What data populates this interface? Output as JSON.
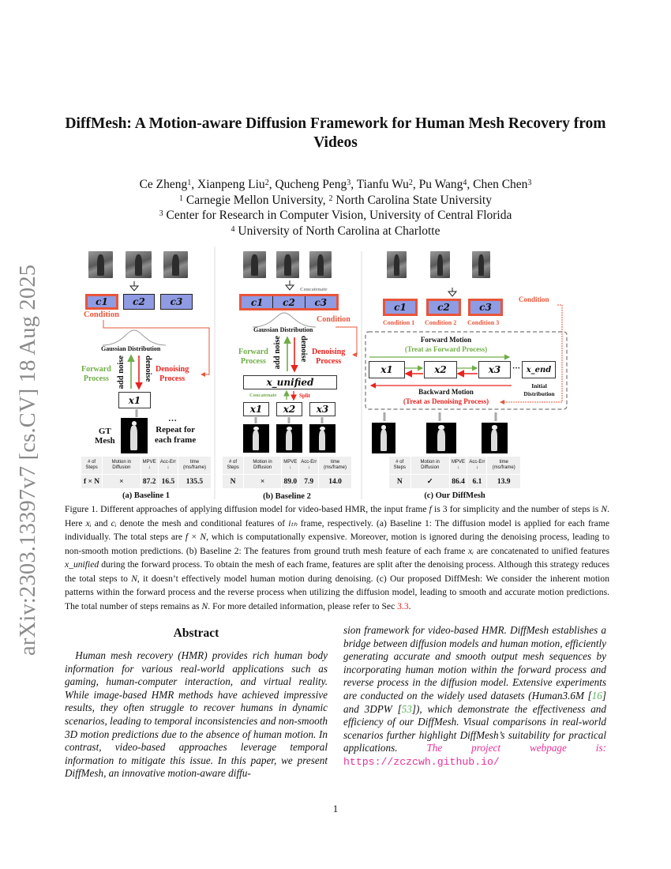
{
  "arxiv_stamp": "arXiv:2303.13397v7  [cs.CV]  18 Aug 2025",
  "title": "DiffMesh: A Motion-aware Diffusion Framework for Human Mesh Recovery from Videos",
  "authors": [
    {
      "name": "Ce Zheng",
      "aff": "1"
    },
    {
      "name": "Xianpeng Liu",
      "aff": "2"
    },
    {
      "name": "Qucheng Peng",
      "aff": "3"
    },
    {
      "name": "Tianfu Wu",
      "aff": "2"
    },
    {
      "name": "Pu Wang",
      "aff": "4"
    },
    {
      "name": "Chen Chen",
      "aff": "3"
    }
  ],
  "affiliations": {
    "line1": {
      "a": "1",
      "t1": " Carnegie Mellon University, ",
      "b": "2",
      "t2": " North Carolina State University"
    },
    "line2": {
      "a": "3",
      "t1": " Center for Research in Computer Vision, University of Central Florida"
    },
    "line3": {
      "a": "4",
      "t1": " University of North Carolina at Charlotte"
    }
  },
  "figure": {
    "a": {
      "c": [
        "c1",
        "c2",
        "c3"
      ],
      "condition": "Condition",
      "gaussian": "Gaussian Distribution",
      "forward": [
        "Forward",
        "Process"
      ],
      "denoising": [
        "Denoising",
        "Process"
      ],
      "add_noise": "add noise",
      "denoise": "denoise",
      "x": "x1",
      "gt": [
        "GT",
        "Mesh"
      ],
      "dots": "…",
      "repeat": [
        "Repeat for",
        "each frame"
      ],
      "caption": "(a) Baseline 1"
    },
    "b": {
      "c": [
        "c1",
        "c2",
        "c3"
      ],
      "concatenate_top": "Concatenate",
      "condition": "Condition",
      "gaussian": "Gaussian Distribution",
      "forward": [
        "Forward",
        "Process"
      ],
      "denoising": [
        "Denoising",
        "Process"
      ],
      "add_noise": "add noise",
      "denoise": "denoise",
      "x_unified": "x_unified",
      "concatenate": "Concatenate",
      "split": "Split",
      "x": [
        "x1",
        "x2",
        "x3"
      ],
      "caption": "(b) Baseline 2"
    },
    "c": {
      "c": [
        "c1",
        "c2",
        "c3"
      ],
      "cond_labels": [
        "Condition 1",
        "Condition 2",
        "Condition 3"
      ],
      "condition": "Condition",
      "forward_motion": "Forward Motion",
      "treat_forward": "(Treat as Forward Process)",
      "x": [
        "x1",
        "x2",
        "x3"
      ],
      "dots": "···",
      "x_end": "x_end",
      "initial": [
        "Initial",
        "Distribution"
      ],
      "backward_motion": "Backward Motion",
      "treat_denoise": "(Treat as Denoising Process)",
      "caption": "(c) Our DiffMesh"
    },
    "table_headers": [
      "# of Steps",
      "Motion in Diffusion",
      "MPVE ↓",
      "Acc-Err ↓",
      "time (ms/frame)"
    ],
    "tables": [
      [
        "f × N",
        "×",
        "87.2",
        "16.5",
        "135.5"
      ],
      [
        "N",
        "×",
        "89.0",
        "7.9",
        "14.0"
      ],
      [
        "N",
        "✓",
        "86.4",
        "6.1",
        "13.9"
      ]
    ],
    "colors": {
      "condition": "#e8553a",
      "forward": "#70ad47",
      "denoise": "#e8231f",
      "cbox": "#8f9be3"
    }
  },
  "caption": [
    {
      "t": "Figure 1. Different approaches of applying diffusion model for video-based HMR, the input frame "
    },
    {
      "t": "f",
      "s": "m"
    },
    {
      "t": " is 3 for simplicity and the number of steps is "
    },
    {
      "t": "N",
      "s": "m"
    },
    {
      "t": ". Here "
    },
    {
      "t": "xᵢ",
      "s": "m"
    },
    {
      "t": " and "
    },
    {
      "t": "cᵢ",
      "s": "m"
    },
    {
      "t": " denote the mesh and conditional features of "
    },
    {
      "t": "iₜₕ",
      "s": "m"
    },
    {
      "t": " frame, respectively. (a) Baseline 1: The diffusion model is applied for each frame individually. The total steps are "
    },
    {
      "t": "f × N",
      "s": "m"
    },
    {
      "t": ", which is computationally expensive. Moreover, motion is ignored during the denoising process, leading to non-smooth motion predictions. (b) Baseline 2: The features from ground truth mesh feature of each frame "
    },
    {
      "t": "xᵢ",
      "s": "m"
    },
    {
      "t": " are concatenated to unified features "
    },
    {
      "t": "x_unified",
      "s": "m"
    },
    {
      "t": " during the forward process. To obtain the mesh of each frame, features are split after the denoising process. Although this strategy reduces the total steps to "
    },
    {
      "t": "N",
      "s": "m"
    },
    {
      "t": ", it doesn’t effectively model human motion during denoising. (c) Our proposed DiffMesh: We consider the inherent motion patterns within the forward process and the reverse process when utilizing the diffusion model, leading to smooth and accurate motion predictions. The total number of steps remains as "
    },
    {
      "t": "N",
      "s": "m"
    },
    {
      "t": ". For more detailed information, please refer to Sec "
    },
    {
      "t": "3.3",
      "s": "lnk"
    },
    {
      "t": "."
    }
  ],
  "abstract": {
    "heading": "Abstract",
    "left": "Human mesh recovery (HMR) provides rich human body information for various real-world applications such as gaming, human-computer interaction, and virtual reality. While image-based HMR methods have achieved impressive results, they often struggle to recover humans in dynamic scenarios, leading to temporal inconsistencies and non-smooth 3D motion predictions due to the absence of human motion. In contrast, video-based approaches leverage temporal information to mitigate this issue. In this paper, we present DiffMesh, an innovative motion-aware diffu-",
    "right_1": "sion framework for video-based HMR. DiffMesh establishes a bridge between diffusion models and human motion, efficiently generating accurate and smooth output mesh sequences by incorporating human motion within the forward process and reverse process in the diffusion model. Extensive experiments are conducted on the widely used datasets (Human3.6M [",
    "cite1": "16",
    "right_2": "] and 3DPW [",
    "cite2": "53",
    "right_3": "]), which demonstrate the effectiveness and efficiency of our DiffMesh. Visual comparisons in real-world scenarios further highlight DiffMesh’s suitability for practical applications. ",
    "project_text": "The project webpage is: ",
    "project_url": "https://zczcwh.github.io/"
  },
  "page_number": "1"
}
